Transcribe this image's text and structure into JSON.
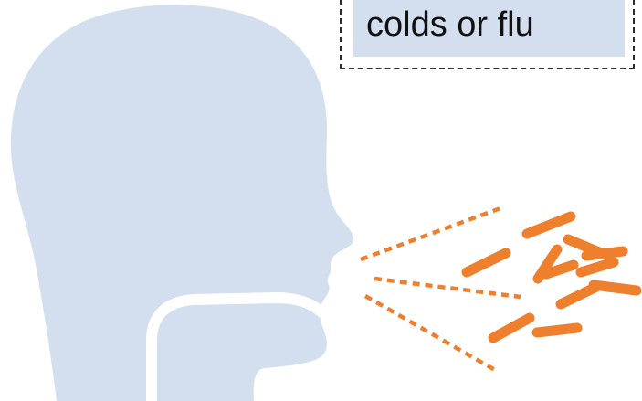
{
  "label": {
    "text": "colds or flu"
  },
  "colors": {
    "silhouette": "#d3deef",
    "airway": "#ffffff",
    "germs": "#ee7f2d",
    "frame": "#2b2b2b",
    "label_background": "#d3deef"
  },
  "icons": {
    "head": "head-silhouette",
    "spray": "cough-spray-lines",
    "germs": "bacteria-germs"
  }
}
